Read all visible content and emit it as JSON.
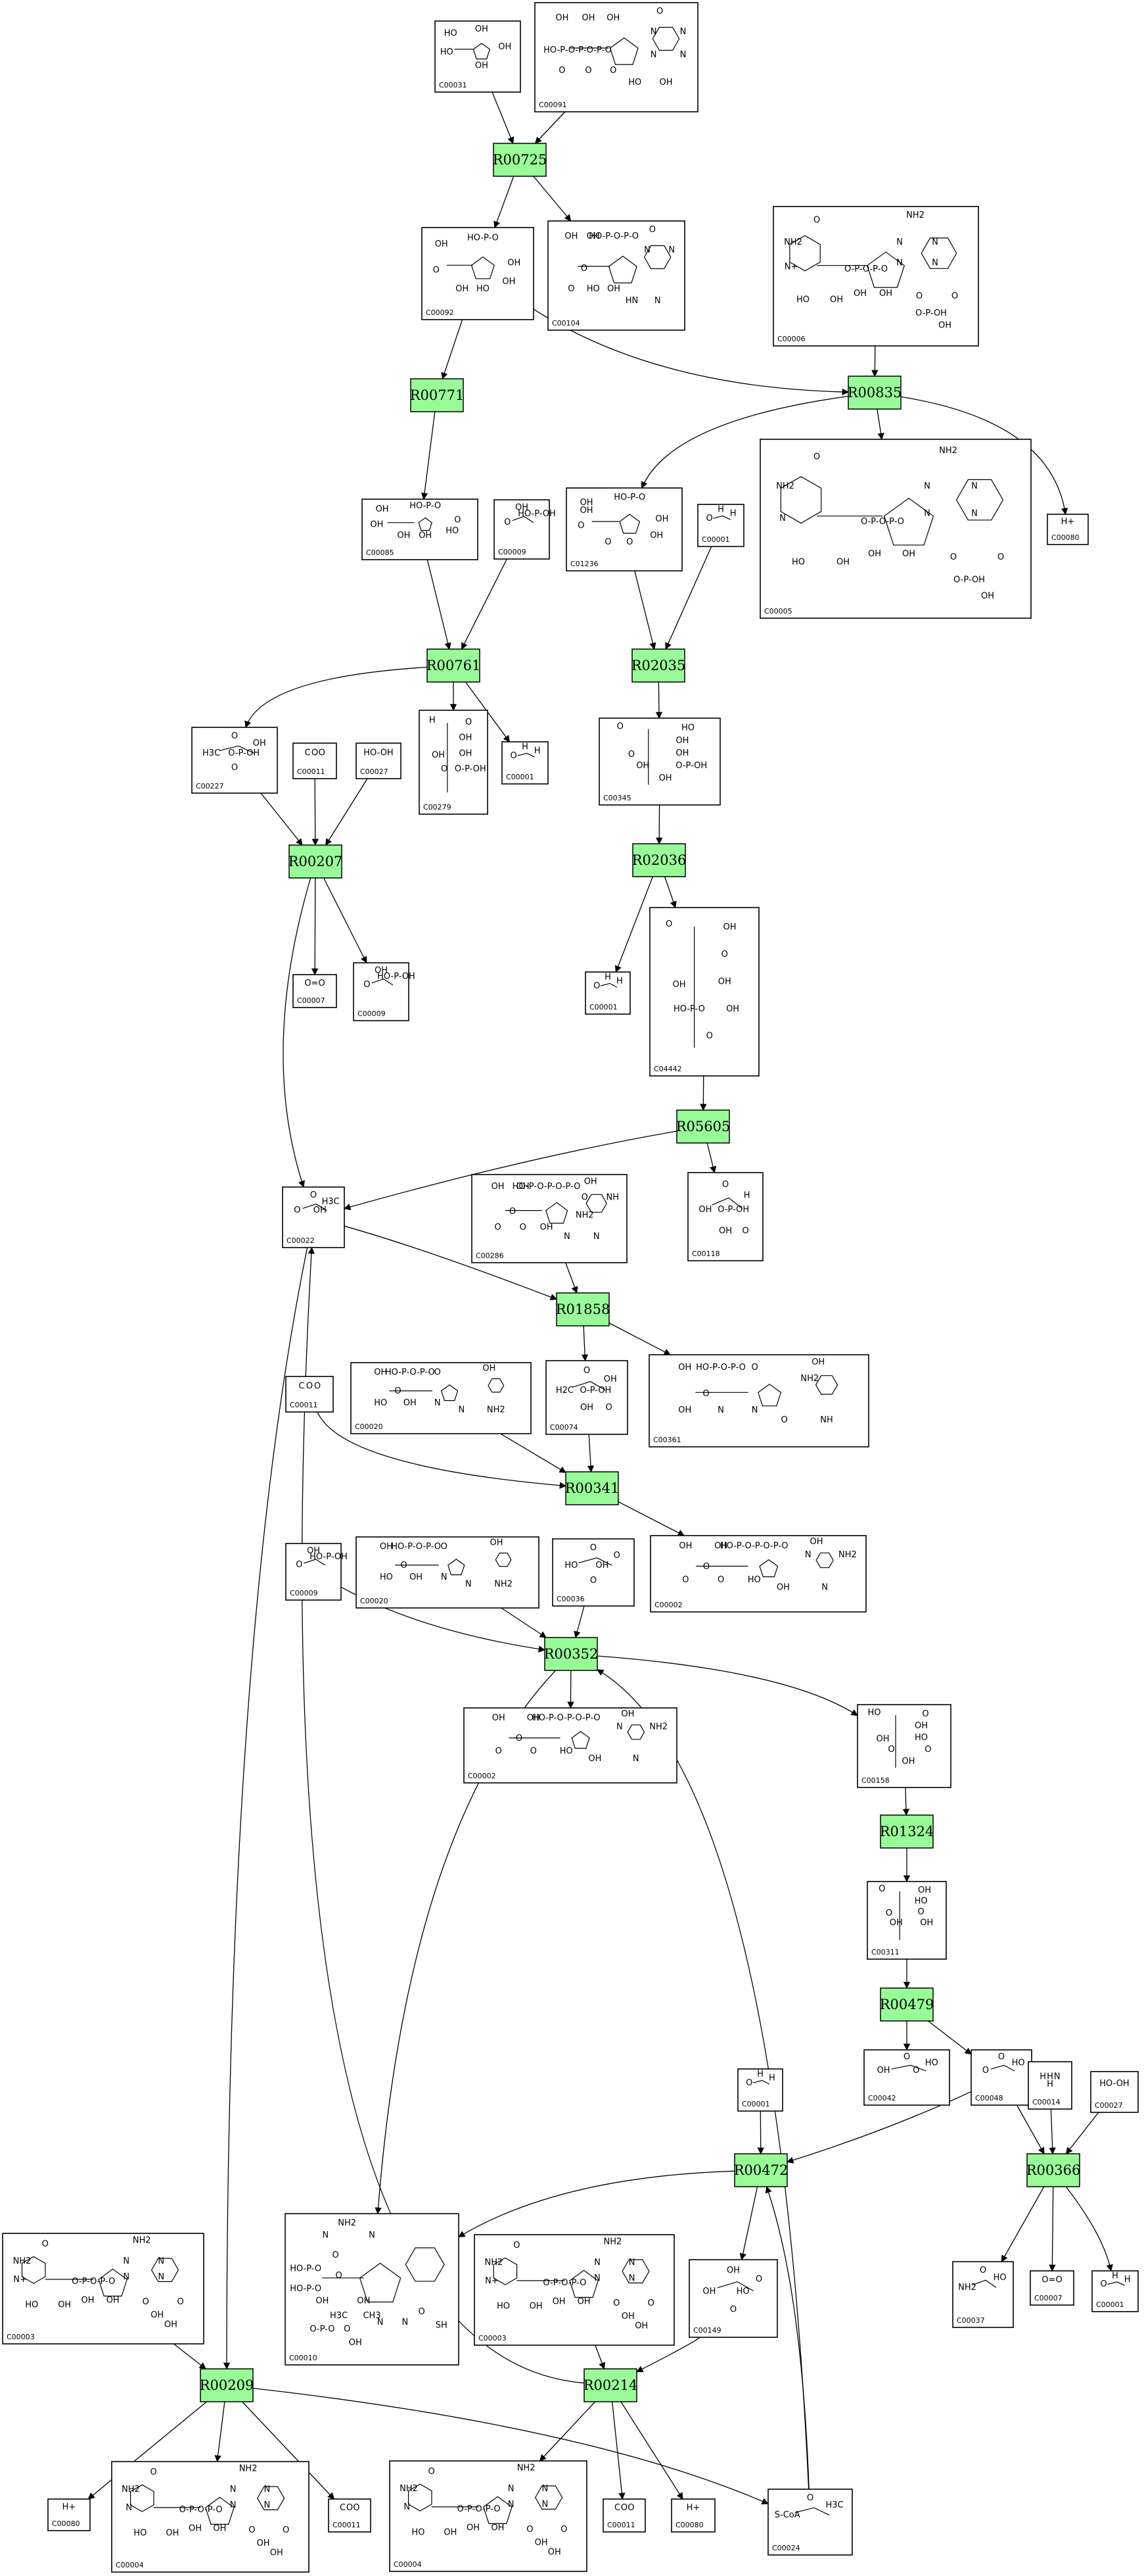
{
  "reactions": [
    {
      "id": "R00725"
    },
    {
      "id": "R00771"
    },
    {
      "id": "R00835"
    },
    {
      "id": "R00761"
    },
    {
      "id": "R02035"
    },
    {
      "id": "R00207"
    },
    {
      "id": "R02036"
    },
    {
      "id": "R05605"
    },
    {
      "id": "R01858"
    },
    {
      "id": "R00341"
    },
    {
      "id": "R00352"
    },
    {
      "id": "R01324"
    },
    {
      "id": "R00479"
    },
    {
      "id": "R00472"
    },
    {
      "id": "R00366"
    },
    {
      "id": "R00209"
    },
    {
      "id": "R00214"
    }
  ],
  "compounds": [
    {
      "id": "C00031",
      "texts": [
        "HO",
        "OH",
        "HO",
        "OH",
        "OH"
      ]
    },
    {
      "id": "C00091",
      "texts": [
        "O",
        "OH",
        "OH",
        "OH",
        "HO-P-O-P-O-P-O",
        "O",
        "O",
        "O",
        "HO",
        "OH",
        "N",
        "N",
        "N",
        "N"
      ]
    },
    {
      "id": "C00092",
      "texts": [
        "OH",
        "HO-P-O",
        "O",
        "OH",
        "HO",
        "OH",
        "OH"
      ]
    },
    {
      "id": "C00104",
      "texts": [
        "O",
        "OH",
        "OH",
        "HO-P-O-P-O",
        "O",
        "O",
        "HO",
        "OH",
        "HN",
        "N",
        "N",
        "N"
      ]
    },
    {
      "id": "C00006",
      "texts": [
        "NH2",
        "O",
        "NH2",
        "N+",
        "O-P-O-P-O",
        "OH",
        "OH",
        "HO",
        "OH",
        "O-P-OH",
        "OH",
        "O",
        "O",
        "N",
        "N",
        "N",
        "N"
      ]
    },
    {
      "id": "C00085",
      "texts": [
        "OH",
        "HO-P-O",
        "OH",
        "O",
        "OH",
        "OH",
        "HO"
      ]
    },
    {
      "id": "C00009",
      "texts": [
        "OH",
        "HO-P-OH",
        "O"
      ]
    },
    {
      "id": "C01236",
      "texts": [
        "OH",
        "HO-P-O",
        "O",
        "OH",
        "O",
        "O",
        "OH",
        "OH"
      ]
    },
    {
      "id": "C00001",
      "texts": [
        "H",
        "H",
        "O"
      ]
    },
    {
      "id": "C00005",
      "texts": [
        "NH2",
        "O",
        "NH2",
        "N",
        "O-P-O-P-O",
        "OH",
        "OH",
        "HO",
        "OH",
        "O-P-OH",
        "OH",
        "O",
        "O",
        "N",
        "N",
        "N",
        "N"
      ]
    },
    {
      "id": "C00080",
      "texts": [
        "H+"
      ]
    },
    {
      "id": "C00227",
      "texts": [
        "O",
        "OH",
        "H3C",
        "O-P-OH",
        "O"
      ]
    },
    {
      "id": "C00011",
      "texts": [
        "O",
        "C",
        "O"
      ]
    },
    {
      "id": "C00027",
      "texts": [
        "HO-OH"
      ]
    },
    {
      "id": "C00279",
      "texts": [
        "H",
        "O",
        "OH",
        "OH",
        "O-P-OH",
        "OH",
        "O"
      ]
    },
    {
      "id": "C00345",
      "texts": [
        "O",
        "HO",
        "OH",
        "OH",
        "O-P-OH",
        "O",
        "OH",
        "OH"
      ]
    },
    {
      "id": "C00007",
      "texts": [
        "O=O"
      ]
    },
    {
      "id": "C04442",
      "texts": [
        "O",
        "OH",
        "O",
        "OH",
        "OH",
        "OH",
        "HO-P-O",
        "O"
      ]
    },
    {
      "id": "C00022",
      "texts": [
        "O",
        "H3C",
        "O",
        "OH"
      ]
    },
    {
      "id": "C00286",
      "texts": [
        "OH",
        "OH",
        "OH",
        "HO-P-O-P-O-P-O",
        "O",
        "O",
        "O",
        "OH",
        "N",
        "N",
        "O",
        "NH",
        "NH2"
      ]
    },
    {
      "id": "C00118",
      "texts": [
        "O",
        "H",
        "OH",
        "O-P-OH",
        "OH",
        "O"
      ]
    },
    {
      "id": "C00020",
      "texts": [
        "OH",
        "OH",
        "HO-P-O-P-O",
        "O",
        "O",
        "HO",
        "OH",
        "N",
        "N",
        "NH2"
      ]
    },
    {
      "id": "C00074",
      "texts": [
        "O",
        "OH",
        "H2C",
        "O-P-OH",
        "OH",
        "O"
      ]
    },
    {
      "id": "C00361",
      "texts": [
        "OH",
        "OH",
        "HO-P-O-P-O",
        "O",
        "O",
        "OH",
        "N",
        "N",
        "O",
        "NH",
        "NH2"
      ]
    },
    {
      "id": "C00036",
      "texts": [
        "O",
        "O",
        "HO",
        "OH",
        "O"
      ]
    },
    {
      "id": "C00002",
      "texts": [
        "OH",
        "OH",
        "OH",
        "HO-P-O-P-O-P-O",
        "O",
        "O",
        "O",
        "HO",
        "OH",
        "N",
        "N",
        "NH2"
      ]
    },
    {
      "id": "C00158",
      "texts": [
        "HO",
        "O",
        "OH",
        "HO",
        "O",
        "OH",
        "O",
        "OH"
      ]
    },
    {
      "id": "C00311",
      "texts": [
        "O",
        "OH",
        "HO",
        "O",
        "OH",
        "O",
        "OH"
      ]
    },
    {
      "id": "C00042",
      "texts": [
        "O",
        "HO",
        "OH",
        "O"
      ]
    },
    {
      "id": "C00048",
      "texts": [
        "O",
        "HO",
        "O"
      ]
    },
    {
      "id": "C00014",
      "texts": [
        "H",
        "H",
        "N",
        "H"
      ]
    },
    {
      "id": "C00010",
      "texts": [
        "NH2",
        "N",
        "N",
        "O",
        "HO-P-O",
        "O",
        "HO-P-O",
        "OH",
        "OH",
        "H3C",
        "CH3",
        "O-P-O",
        "O",
        "N",
        "N",
        "OH",
        "O",
        "SH"
      ]
    },
    {
      "id": "C00149",
      "texts": [
        "OH",
        "O",
        "OH",
        "HO",
        "O"
      ]
    },
    {
      "id": "C00037",
      "texts": [
        "O",
        "HO",
        "NH2"
      ]
    },
    {
      "id": "C00003",
      "texts": [
        "NH2",
        "O",
        "NH2",
        "N+",
        "O-P-O-P-O",
        "OH",
        "OH",
        "HO",
        "OH",
        "OH",
        "OH",
        "O",
        "O",
        "N",
        "N",
        "N",
        "N"
      ]
    },
    {
      "id": "C00004",
      "texts": [
        "NH2",
        "O",
        "NH2",
        "N",
        "O-P-O-P-O",
        "OH",
        "OH",
        "HO",
        "OH",
        "OH",
        "OH",
        "O",
        "O",
        "N",
        "N",
        "N",
        "N"
      ]
    },
    {
      "id": "C00024",
      "texts": [
        "O",
        "H3C",
        "S-CoA"
      ]
    }
  ]
}
